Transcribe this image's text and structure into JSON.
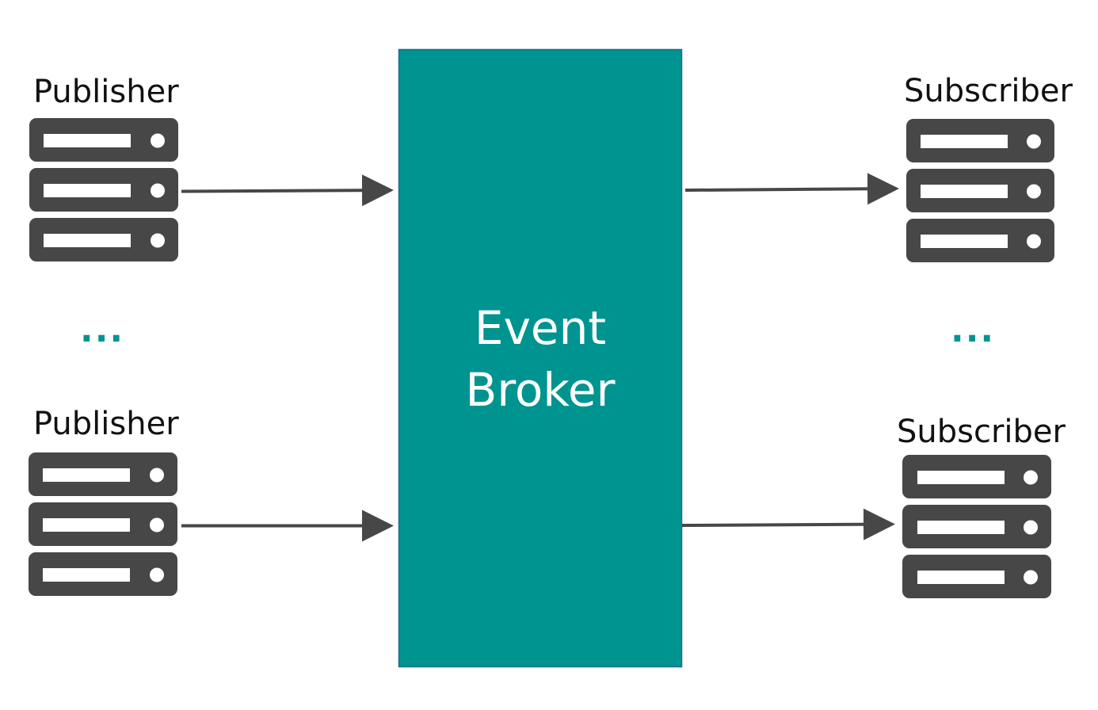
{
  "colors": {
    "broker_fill": "#009490",
    "broker_stroke": "#1b6f8a",
    "server_fill": "#474747",
    "server_slot": "#ffffff",
    "arrow": "#474747",
    "ellipsis": "#009490"
  },
  "broker": {
    "line1": "Event",
    "line2": "Broker"
  },
  "publishers": [
    {
      "label": "Publisher",
      "icon": "server-rack-icon"
    },
    {
      "label": "Publisher",
      "icon": "server-rack-icon"
    }
  ],
  "subscribers": [
    {
      "label": "Subscriber",
      "icon": "server-rack-icon"
    },
    {
      "label": "Subscriber",
      "icon": "server-rack-icon"
    }
  ],
  "ellipsis": {
    "left": "...",
    "right": "..."
  }
}
